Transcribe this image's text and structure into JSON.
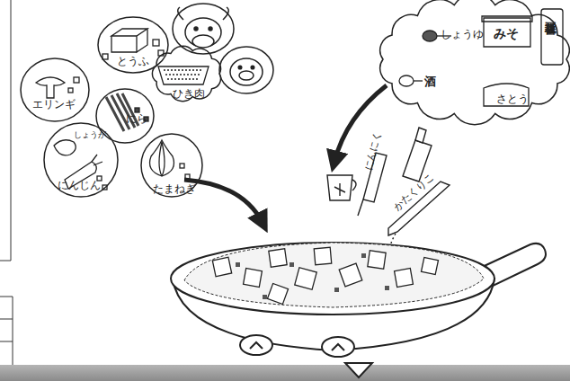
{
  "diagram": {
    "nodes": [
      {
        "text": [
          "エリンギ"
        ]
      },
      {
        "text": [
          "とうふ"
        ]
      },
      {
        "text": [
          "にら"
        ]
      },
      {
        "text": [
          "ひき肉"
        ]
      },
      {
        "text": [
          "しょうが",
          "にんじん"
        ]
      },
      {
        "text": [
          "たまねぎ"
        ]
      },
      {
        "text": [
          "しょうゆ",
          "みそ",
          "豆板醤",
          "酒",
          "さとう"
        ]
      }
    ],
    "labels": [
      "にんにく",
      "かたくりこ"
    ]
  }
}
